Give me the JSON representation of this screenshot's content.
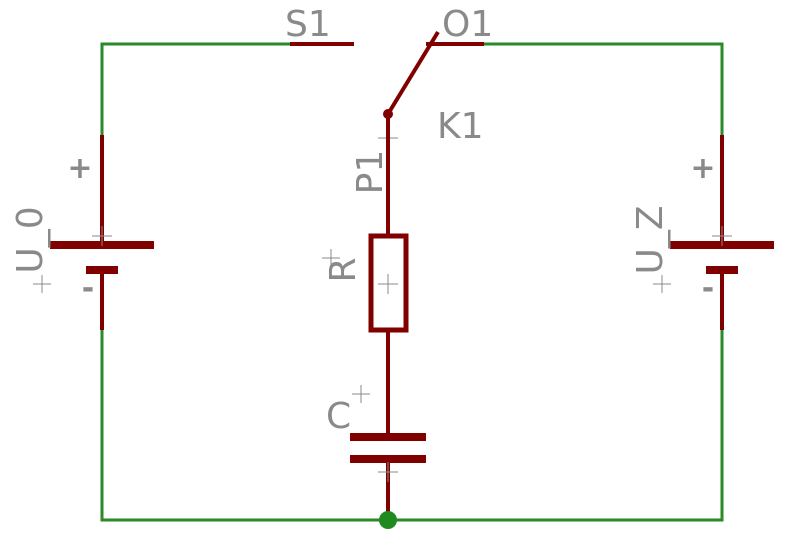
{
  "colors": {
    "wire": "#2a8a2a",
    "component": "#800000",
    "label": "#8a8a8a",
    "junction": "#1f8a1f",
    "background": "#ffffff"
  },
  "components": {
    "source_left": {
      "label": "U_0",
      "plus": "+",
      "minus": "-"
    },
    "source_right": {
      "label": "U_Z",
      "plus": "+",
      "minus": "-"
    },
    "switch": {
      "name": "K1",
      "pin_a": "S1",
      "pin_b": "O1",
      "pin_c": "P1"
    },
    "resistor": {
      "label": "R"
    },
    "capacitor": {
      "label": "C"
    }
  }
}
